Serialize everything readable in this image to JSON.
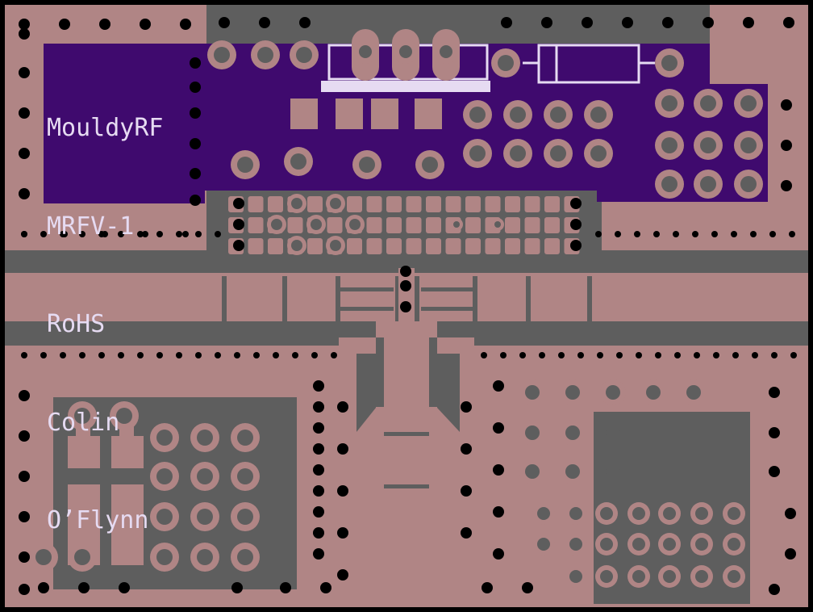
{
  "board": {
    "silkscreen_lines": [
      "MouldyRF",
      "MRFV-1",
      "RoHS",
      "Colin",
      "O’Flynn"
    ],
    "colors": {
      "background": "#000000",
      "substrate": "#5e5e5e",
      "copper": "#b08585",
      "solder_mask": "#3f0a6e",
      "silkscreen": "#e6dbf2",
      "drill": "#5e5e5e"
    }
  }
}
